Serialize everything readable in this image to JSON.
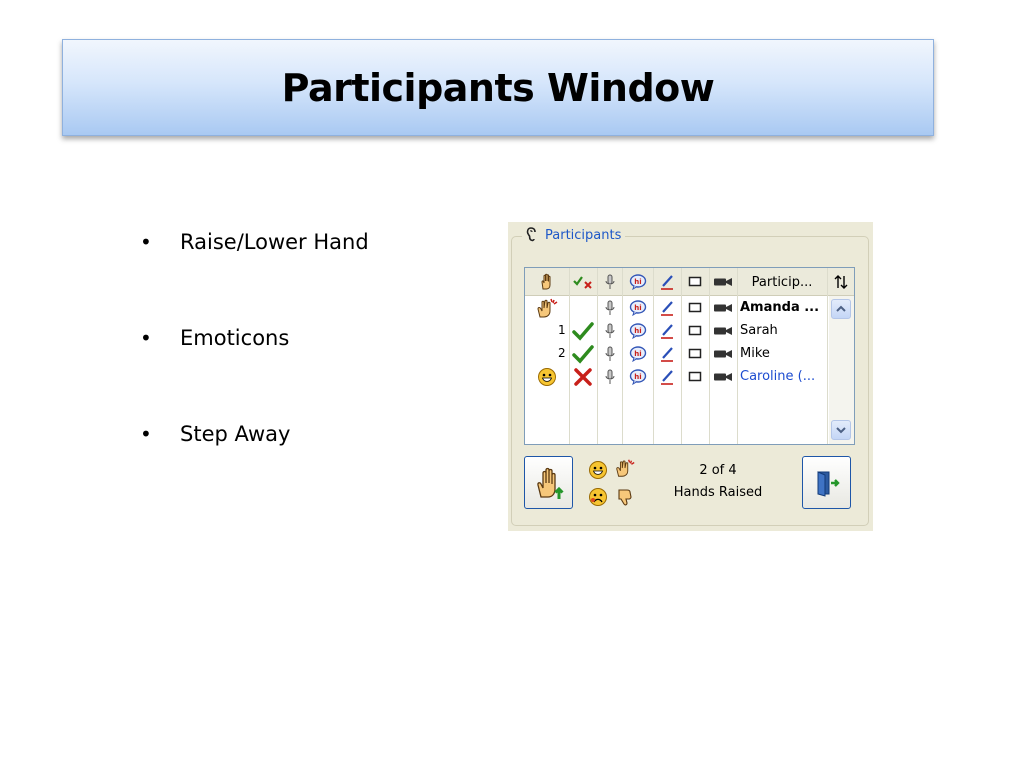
{
  "slide": {
    "title": "Participants Window",
    "bullets": [
      "Raise/Lower Hand",
      "Emoticons",
      "Step Away"
    ]
  },
  "panel": {
    "title": "Participants",
    "name_column_header": "Particip...",
    "participants": [
      {
        "name": "Amanda ...",
        "order": "",
        "status": "applause",
        "bold": true,
        "link": false
      },
      {
        "name": "Sarah",
        "order": "1",
        "status": "check",
        "bold": false,
        "link": false
      },
      {
        "name": "Mike",
        "order": "2",
        "status": "check",
        "bold": false,
        "link": false
      },
      {
        "name": "Caroline (...",
        "order": "",
        "status": "cross",
        "emoticon": "smiley",
        "bold": false,
        "link": true
      }
    ],
    "hands_count": "2 of 4",
    "hands_label": "Hands Raised"
  },
  "colors": {
    "accent_blue": "#1e58c8",
    "check_green": "#2e8b1e",
    "cross_red": "#c8201a"
  }
}
